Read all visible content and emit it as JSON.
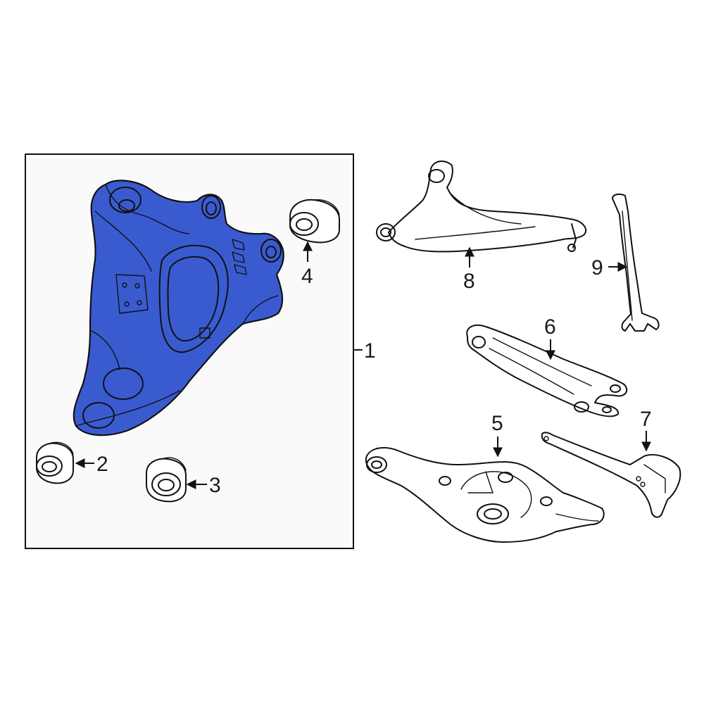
{
  "diagram": {
    "highlight_color": "#3a5bd0",
    "outline_color": "#111111",
    "box_color": "#fafafa",
    "callouts": {
      "c1": "1",
      "c2": "2",
      "c3": "3",
      "c4": "4",
      "c5": "5",
      "c6": "6",
      "c7": "7",
      "c8": "8",
      "c9": "9"
    }
  }
}
